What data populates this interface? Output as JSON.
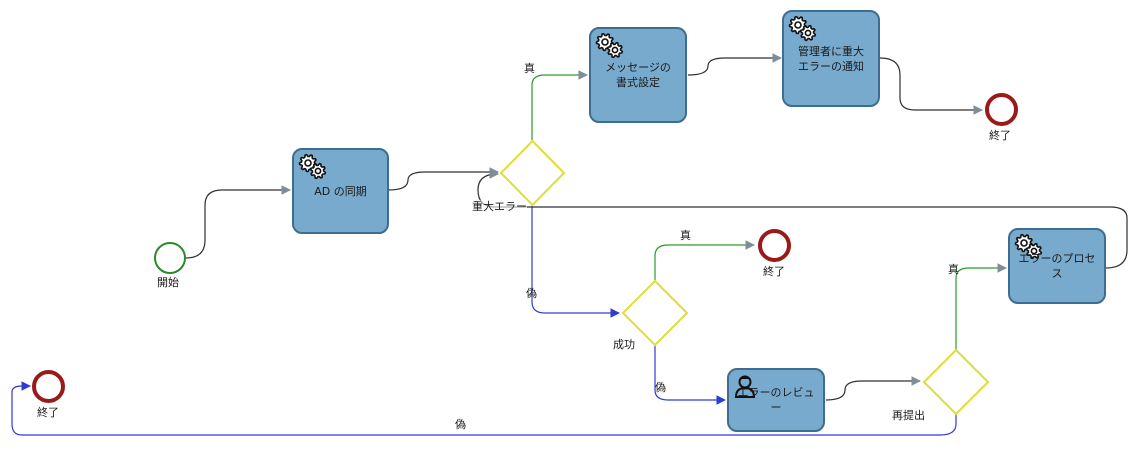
{
  "events": {
    "start": {
      "label": "開始"
    },
    "end_top": {
      "label": "終了"
    },
    "end_mid": {
      "label": "終了"
    },
    "end_left": {
      "label": "終了"
    }
  },
  "tasks": {
    "ad_sync": {
      "label": "AD の同期",
      "icon": "gear-icon"
    },
    "format_message": {
      "label": "メッセージの\n書式設定",
      "icon": "gear-icon"
    },
    "notify_admin": {
      "label": "管理者に重大\nエラーの通知",
      "icon": "gear-icon"
    },
    "process_error": {
      "label": "エラーのプロセス",
      "icon": "gear-icon"
    },
    "review_error": {
      "label": "エラーのレビュー",
      "icon": "user-icon"
    }
  },
  "gateways": {
    "critical_error": {
      "label": "重大エラー"
    },
    "success": {
      "label": "成功"
    },
    "resubmit": {
      "label": "再提出"
    }
  },
  "flows": {
    "critical_true": "真",
    "critical_false": "偽",
    "success_true": "真",
    "success_false": "偽",
    "resubmit_true": "真",
    "resubmit_false": "偽"
  },
  "colors": {
    "task_fill": "#78aacd",
    "task_border": "#3d6e92",
    "gateway_stroke": "#dede3a",
    "flow_default": "#303030",
    "flow_true": "#2c9a2c",
    "flow_false": "#2f3bd6",
    "arrow_head": "#7f8c99",
    "start_event": "#2a8a2a",
    "end_event": "#9a1a1a"
  }
}
